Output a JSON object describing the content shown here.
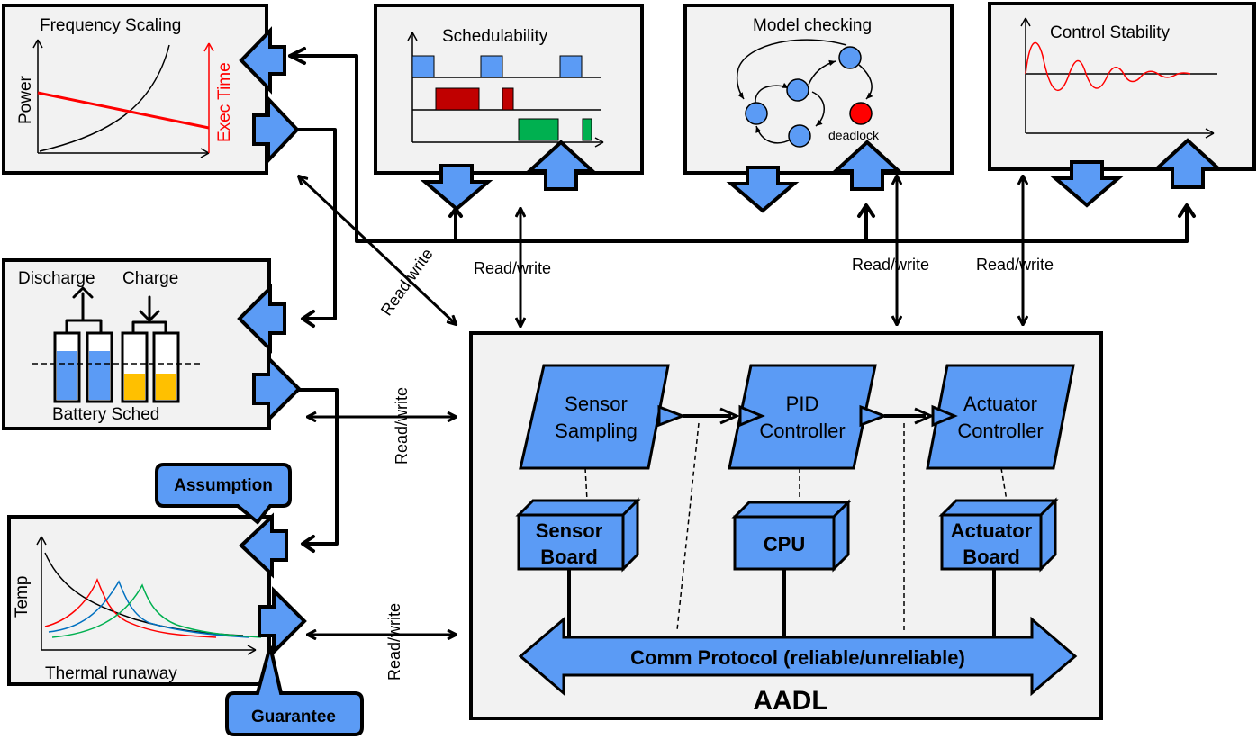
{
  "panels": {
    "frequency_scaling": {
      "title": "Frequency Scaling",
      "y_label": "Power",
      "y2_label": "Exec Time"
    },
    "schedulability": {
      "title": "Schedulability"
    },
    "model_checking": {
      "title": "Model checking",
      "state_label": "deadlock"
    },
    "control_stability": {
      "title": "Control Stability"
    },
    "battery": {
      "discharge": "Discharge",
      "charge": "Charge",
      "caption": "Battery Sched"
    },
    "thermal": {
      "y_label": "Temp",
      "caption": "Thermal runaway"
    }
  },
  "callouts": {
    "assumption": "Assumption",
    "guarantee": "Guarantee"
  },
  "connections": {
    "read_write": "Read/write"
  },
  "aadl": {
    "title": "AADL",
    "threads": [
      {
        "line1": "Sensor",
        "line2": "Sampling"
      },
      {
        "line1": "PID",
        "line2": "Controller"
      },
      {
        "line1": "Actuator",
        "line2": "Controller"
      }
    ],
    "devices": [
      {
        "line1": "Sensor",
        "line2": "Board"
      },
      {
        "line1": "CPU",
        "line2": ""
      },
      {
        "line1": "Actuator",
        "line2": "Board"
      }
    ],
    "bus": "Comm  Protocol (reliable/unreliable)"
  },
  "colors": {
    "component_blue": "#5b9bf5",
    "panel_fill": "#f2f2f2",
    "exec_time_red": "#ff0000",
    "sched_dark_red": "#c00000",
    "sched_green": "#00b050",
    "deadlock_red": "#ff0000",
    "charge_yellow": "#ffc000"
  },
  "icons": [
    "block-arrow-left",
    "block-arrow-right",
    "block-arrow-up",
    "block-arrow-down",
    "speech-callout"
  ]
}
